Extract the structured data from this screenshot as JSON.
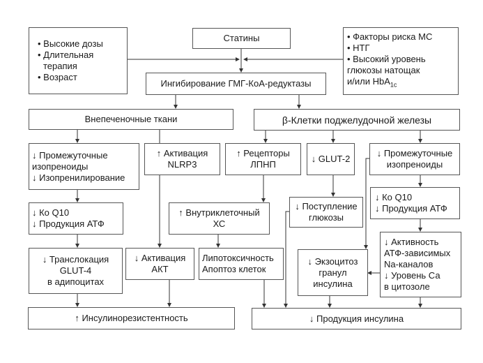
{
  "diagram": {
    "statins": "Статины",
    "risk_left": [
      "• Высокие дозы",
      "• Длительная",
      "терапия",
      "• Возраст"
    ],
    "risk_right": [
      "• Факторы риска МС",
      "• НТГ",
      "• Высокий уровень",
      "глюкозы натощак",
      "и/или HbA"
    ],
    "risk_right_subscript": "1c",
    "inhibition": "Ингибирование ГМГ-КоА-редуктазы",
    "extrahepatic": "Внепеченочные ткани",
    "beta_cells": "β-Клетки поджелудочной железы",
    "left_isoprenoids": [
      "↓ Промежуточные",
      "изопреноиды",
      "↓ Изопренилирование"
    ],
    "nlrp3": [
      "↑ Активация",
      "NLRP3"
    ],
    "ldl_receptors": [
      "↑ Рецепторы",
      "ЛПНП"
    ],
    "glut2": "↓ GLUT-2",
    "right_isoprenoids": [
      "↓ Промежуточные",
      "изопреноиды"
    ],
    "left_coq10": [
      "↓ Ко Q10",
      "↓ Продукция АТФ"
    ],
    "intracellular_chol": [
      "↑ Внутриклеточный",
      "ХС"
    ],
    "glucose_uptake": [
      "↓ Поступление",
      "глюкозы"
    ],
    "right_coq10": [
      "↓ Ко Q10",
      "↓ Продукция АТФ"
    ],
    "glut4": [
      "↓ Транслокация",
      "GLUT-4",
      "в адипоцитах"
    ],
    "akt": [
      "↓ Активация",
      "АКТ"
    ],
    "lipotoxicity": [
      "Липотоксичность",
      "Апоптоз клеток"
    ],
    "exocytosis": [
      "↓ Экзоцитоз",
      "гранул",
      "инсулина"
    ],
    "atp_channels": [
      "↓ Активность",
      "АТФ-зависимых",
      "Na-каналов",
      "↓ Уровень Са",
      "в цитозоле"
    ],
    "insulin_resistance": "↑ Инсулинорезистентность",
    "insulin_production": "↓ Продукция инсулина"
  }
}
